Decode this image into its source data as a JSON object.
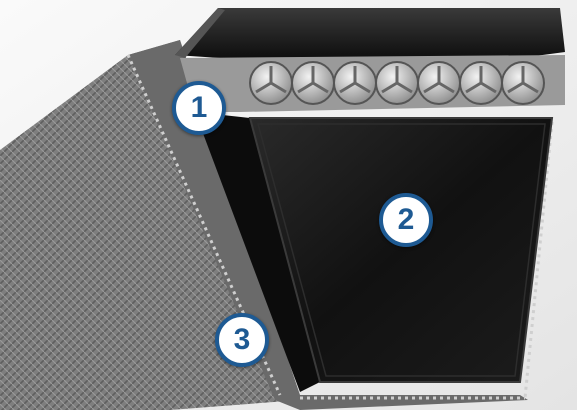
{
  "image": {
    "subject": "v-belt-cross-section",
    "colors": {
      "callout_border": "#1e5a93",
      "callout_text": "#1e5a93",
      "callout_fill": "#ffffff",
      "rubber_core": "#141414",
      "fabric_cover": "#7a7a7a"
    }
  },
  "callouts": [
    {
      "label": "1",
      "points_to": "tension-cords"
    },
    {
      "label": "2",
      "points_to": "rubber-core"
    },
    {
      "label": "3",
      "points_to": "fabric-cover"
    }
  ]
}
